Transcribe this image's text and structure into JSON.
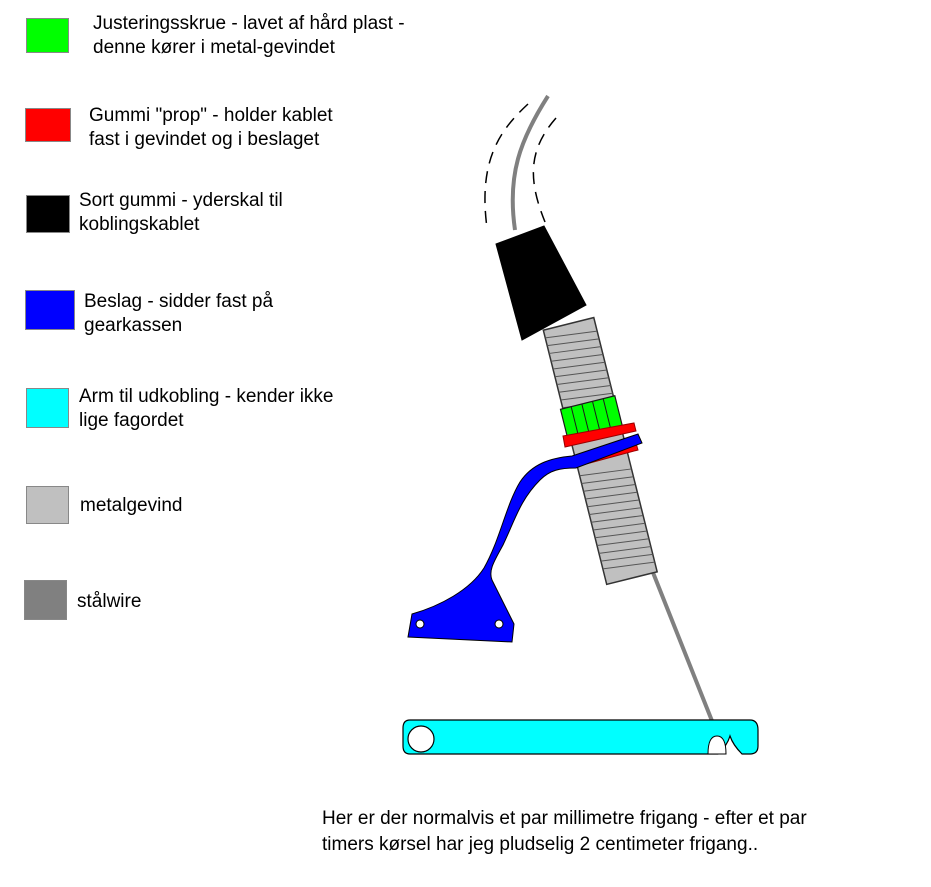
{
  "legend": [
    {
      "text": "Justeringsskrue - lavet af hård plast -\ndenne kører i metal-gevindet",
      "color": "#00ff00"
    },
    {
      "text": "Gummi \"prop\" - holder kablet\nfast i gevindet og i beslaget",
      "color": "#ff0000"
    },
    {
      "text": "Sort gummi - yderskal til\nkoblingskablet",
      "color": "#000000"
    },
    {
      "text": "Beslag - sidder fast på\ngearkassen",
      "color": "#0000ff"
    },
    {
      "text": "Arm til udkobling - kender ikke\nlige fagordet",
      "color": "#00ffff"
    },
    {
      "text": "metalgevind",
      "color": "#c0c0c0"
    },
    {
      "text": "stålwire",
      "color": "#808080"
    }
  ],
  "caption": "Her er der normalvis et par millimetre frigang - efter et par\ntimers kørsel har jeg pludselig 2 centimeter frigang.."
}
